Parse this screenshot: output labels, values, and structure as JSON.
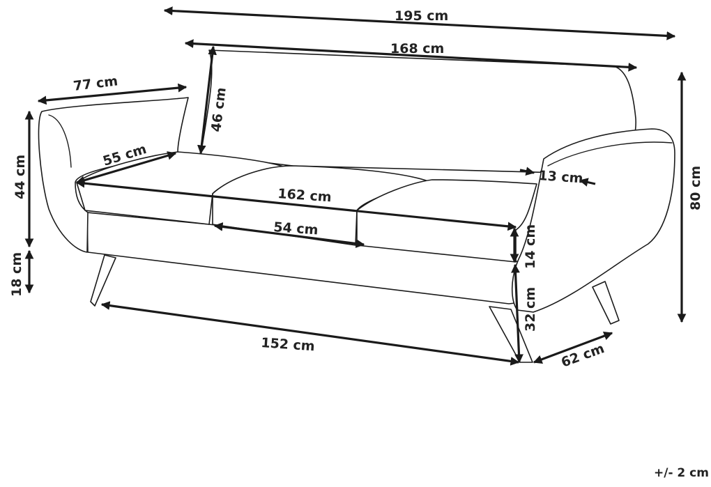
{
  "dimensions": {
    "overall_width": "195 cm",
    "back_width": "168 cm",
    "armrest_depth": "77 cm",
    "backrest_height": "46 cm",
    "seat_cushion_depth": "55 cm",
    "seat_width": "162 cm",
    "cushion_width": "54 cm",
    "armrest_width": "13 cm",
    "total_height": "80 cm",
    "armrest_height": "44 cm",
    "leg_height": "18 cm",
    "cushion_thickness": "14 cm",
    "seat_height": "32 cm",
    "leg_span": "152 cm",
    "seat_depth": "62 cm"
  },
  "tolerance": "+/- 2 cm"
}
